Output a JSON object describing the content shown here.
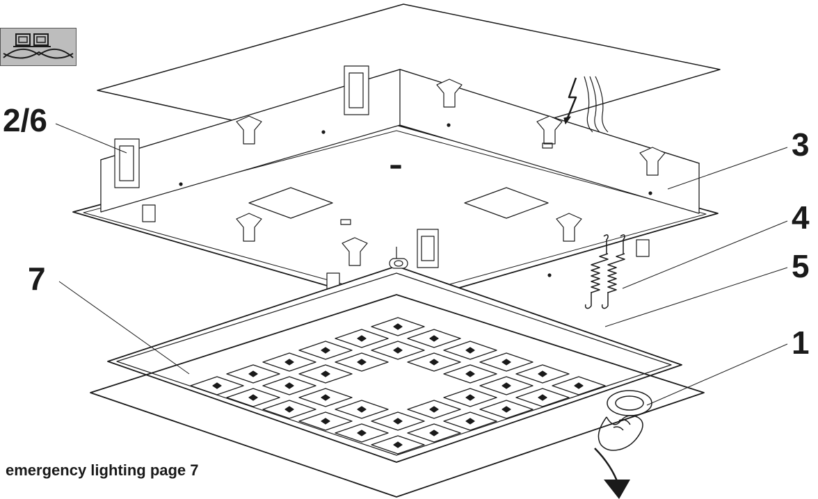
{
  "callouts": {
    "part_26": "2/6",
    "part_3": "3",
    "part_4": "4",
    "part_5": "5",
    "part_7": "7",
    "part_1": "1"
  },
  "footer_note": "emergency lighting page 7",
  "icons": {
    "top_left": "recessed-mounting-icon",
    "electric": "lightning-bolt-icon",
    "hand": "hand-pull-icon",
    "arrow": "down-arrow-icon"
  },
  "colors": {
    "line": "#1a1a1a",
    "icon_bg": "#bdbdbd",
    "background": "#ffffff"
  }
}
